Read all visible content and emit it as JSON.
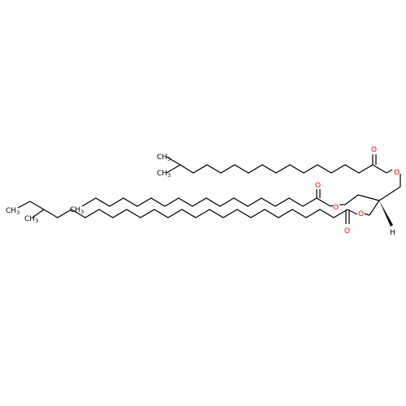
{
  "molecule": {
    "colors": {
      "carbon": "#000000",
      "oxygen": "#ff0000",
      "background": "#ffffff"
    },
    "labels": {
      "methyl_top_c": "CH",
      "methyl_top_n": "3",
      "methyl_top2_c": "CH",
      "methyl_top2_n": "3",
      "methyl_mid_c": "CH",
      "methyl_mid_n": "3",
      "ethyl_c": "CH",
      "ethyl_n": "3",
      "methyl_bottom_c": "CH",
      "methyl_bottom_n": "3",
      "o_carbonyl_top": "O",
      "o_ester_top": "O",
      "o_carbonyl_mid": "O",
      "o_ester_mid": "O",
      "o_ester_bottom": "O",
      "o_carbonyl_bottom": "O",
      "h_stereo": "H"
    }
  }
}
